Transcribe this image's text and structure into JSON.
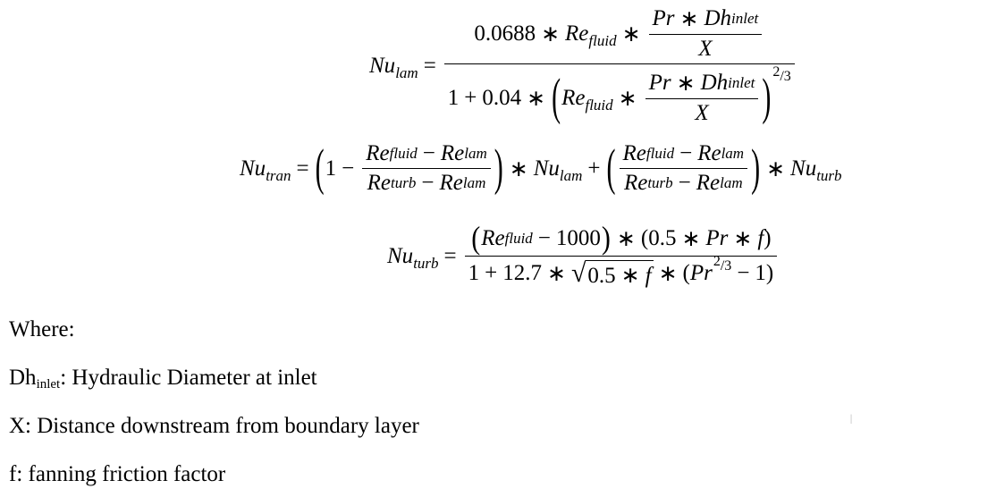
{
  "eq": {
    "Nu": "Nu",
    "Re": "Re",
    "Pr": "Pr",
    "Dh": "Dh",
    "X": "X",
    "f": "f",
    "lam": "lam",
    "tran": "tran",
    "turb": "turb",
    "fluid": "fluid",
    "inlet": "inlet",
    "equals": "=",
    "times": "∗",
    "plus": "+",
    "minus": "−",
    "lp": "(",
    "rp": ")",
    "c0688": "0.0688",
    "one": "1",
    "c004": "0.04",
    "c1000": "1000",
    "c05": "0.5",
    "c127": "12.7",
    "two": "2",
    "slash_three": "/3",
    "sqrt": "√"
  },
  "text": {
    "where": "Where:",
    "dh_label": "Dh",
    "dh_sub": "inlet",
    "dh_desc": ": Hydraulic Diameter at inlet",
    "x_line": "X: Distance downstream from boundary layer",
    "f_line": "f: fanning friction factor"
  }
}
